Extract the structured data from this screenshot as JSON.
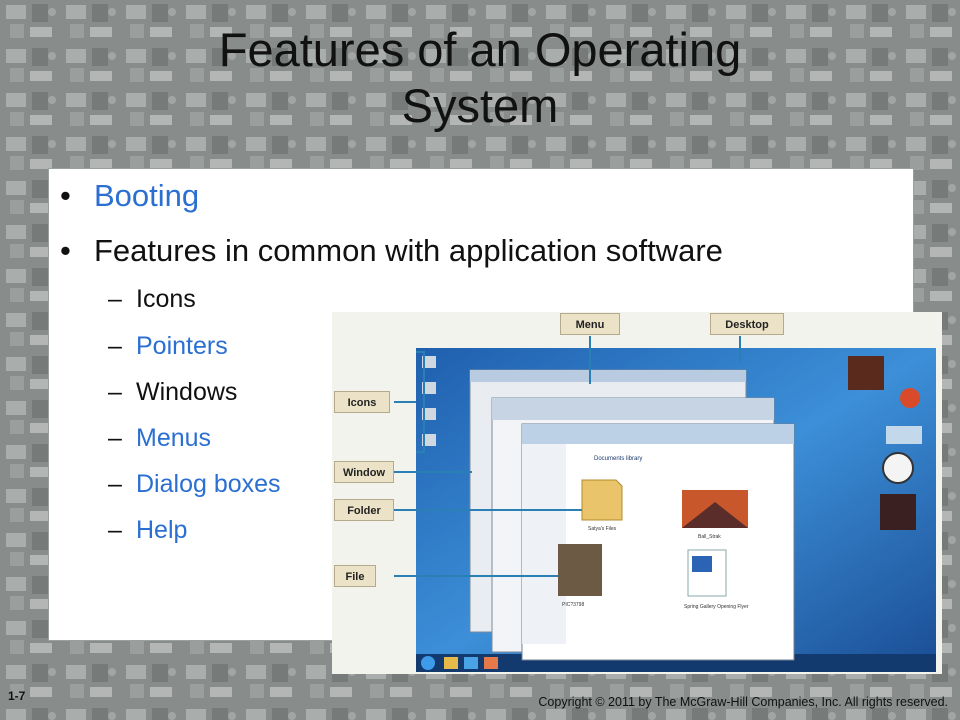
{
  "slide": {
    "title_line1": "Features of an Operating",
    "title_line2": "System",
    "bullets": [
      {
        "text": "Booting",
        "linked": true
      },
      {
        "text": "Features in common with application software",
        "linked": false
      }
    ],
    "subitems": [
      {
        "text": "Icons",
        "linked": false
      },
      {
        "text": "Pointers",
        "linked": true
      },
      {
        "text": "Windows",
        "linked": false
      },
      {
        "text": "Menus",
        "linked": true
      },
      {
        "text": "Dialog boxes",
        "linked": true
      },
      {
        "text": "Help",
        "linked": true
      }
    ],
    "slide_number": "1-7",
    "copyright": "Copyright © 2011 by The McGraw-Hill Companies, Inc. All rights reserved."
  },
  "figure": {
    "callouts": {
      "menu": "Menu",
      "desktop": "Desktop",
      "icons": "Icons",
      "window": "Window",
      "folder": "Folder",
      "file": "File"
    },
    "library_title": "Documents library",
    "file_captions": [
      "Satya's Files",
      "Ball_Strak",
      "PIC?3798",
      "Spring Gallery Opening Flyer"
    ]
  },
  "colors": {
    "link_blue": "#2a6fd1",
    "callout_fill": "#ebe2c8",
    "callout_line": "#2a7fb5",
    "desktop_blue": "#2f78c8"
  }
}
